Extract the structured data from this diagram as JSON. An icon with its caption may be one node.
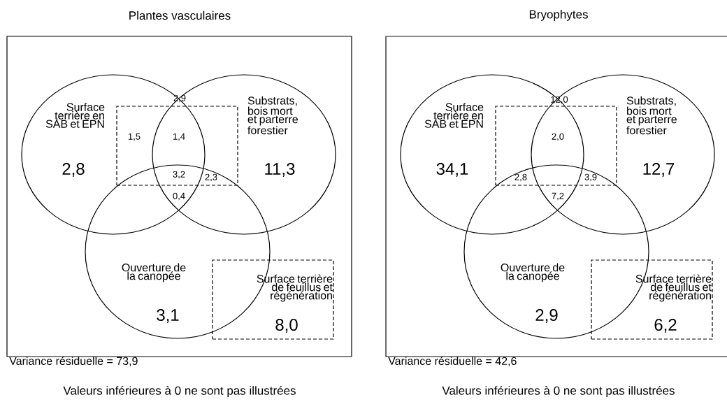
{
  "diagram": {
    "nodes": [
      {
        "text": [
          "Plantes vasculaires"
        ],
        "beside": [
          "Valeurs inférieures à 0 ne sont pas illustrées"
        ]
      },
      {
        "text": [
          "Surface terrière en SAB et EPN",
          "2,8"
        ],
        "in": 0
      },
      {
        "text": [
          "Substrats, bois mort et parterre forestier",
          "11,3"
        ],
        "in": 0
      },
      {
        "text": [
          "Ouverture de la canopée",
          "3,1"
        ],
        "in": 0
      },
      {
        "text": [],
        "shape": "box",
        "in": 0
      },
      {
        "text": [
          "Surface terrière de feuillus et régénération",
          "8,0"
        ],
        "in": 0
      },
      {
        "text": [
          "Bryophytes"
        ],
        "beside": [
          "Valeurs inférieures à 0 ne sont pas illustrées"
        ]
      },
      {
        "text": [
          "Surface terrière en SAB et EPN",
          "34,1"
        ],
        "in": 6
      },
      {
        "text": [
          "Substrats, bois mort et parterre forestier",
          "12,7"
        ],
        "in": 6
      },
      {
        "text": [
          "Ouverture de la canopée",
          "2,9"
        ],
        "in": 6
      },
      {
        "text": [],
        "shape": "box",
        "in": 6
      },
      {
        "text": [
          "Surface terrière de feuillus et régénération",
          "6,2"
        ],
        "in": 6
      }
    ],
    "labels": [
      "2,9",
      "1,5",
      "1,4",
      "3,2",
      "2,3",
      "0,4",
      "Variance résiduelle = 73,9",
      "12,0",
      "2,0",
      "2,8",
      "3,9",
      "7,2",
      "Variance résiduelle = 42,6"
    ]
  }
}
